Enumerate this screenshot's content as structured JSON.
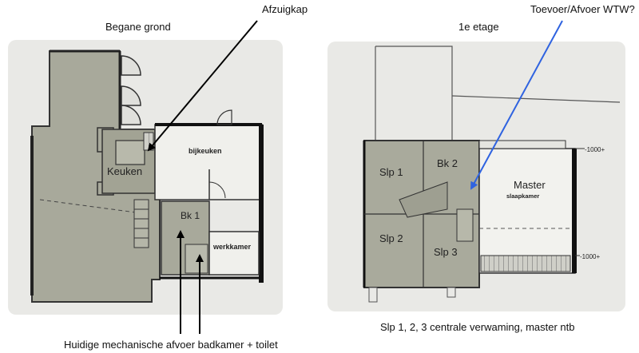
{
  "annotations": {
    "ground_floor_title": "Begane grond",
    "hood_label": "Afzuigkap",
    "upper_floor_title": "1e etage",
    "wtw_label": "Toevoer/Afvoer WTW?",
    "exhaust_note": "Huidige mechanische afvoer badkamer + toilet",
    "heating_note": "Slp 1, 2, 3 centrale verwaming, master ntb"
  },
  "ground_floor": {
    "rooms": {
      "kitchen": "Keuken",
      "annex": "bijkeuken",
      "bathroom": "Bk 1",
      "study": "werkkamer"
    }
  },
  "upper_floor": {
    "rooms": {
      "bed1": "Slp 1",
      "bath2": "Bk 2",
      "master": "Master",
      "master_sub": "slaapkamer",
      "bed2": "Slp 2",
      "bed3": "Slp 3"
    },
    "levels": {
      "upper": "-1000+",
      "lower": "-1000+"
    }
  },
  "colors": {
    "hood_arrow": "#000000",
    "wtw_arrow": "#2f63e0",
    "room_fill": "#a9aa9c",
    "paper": "#e9e9e6"
  }
}
